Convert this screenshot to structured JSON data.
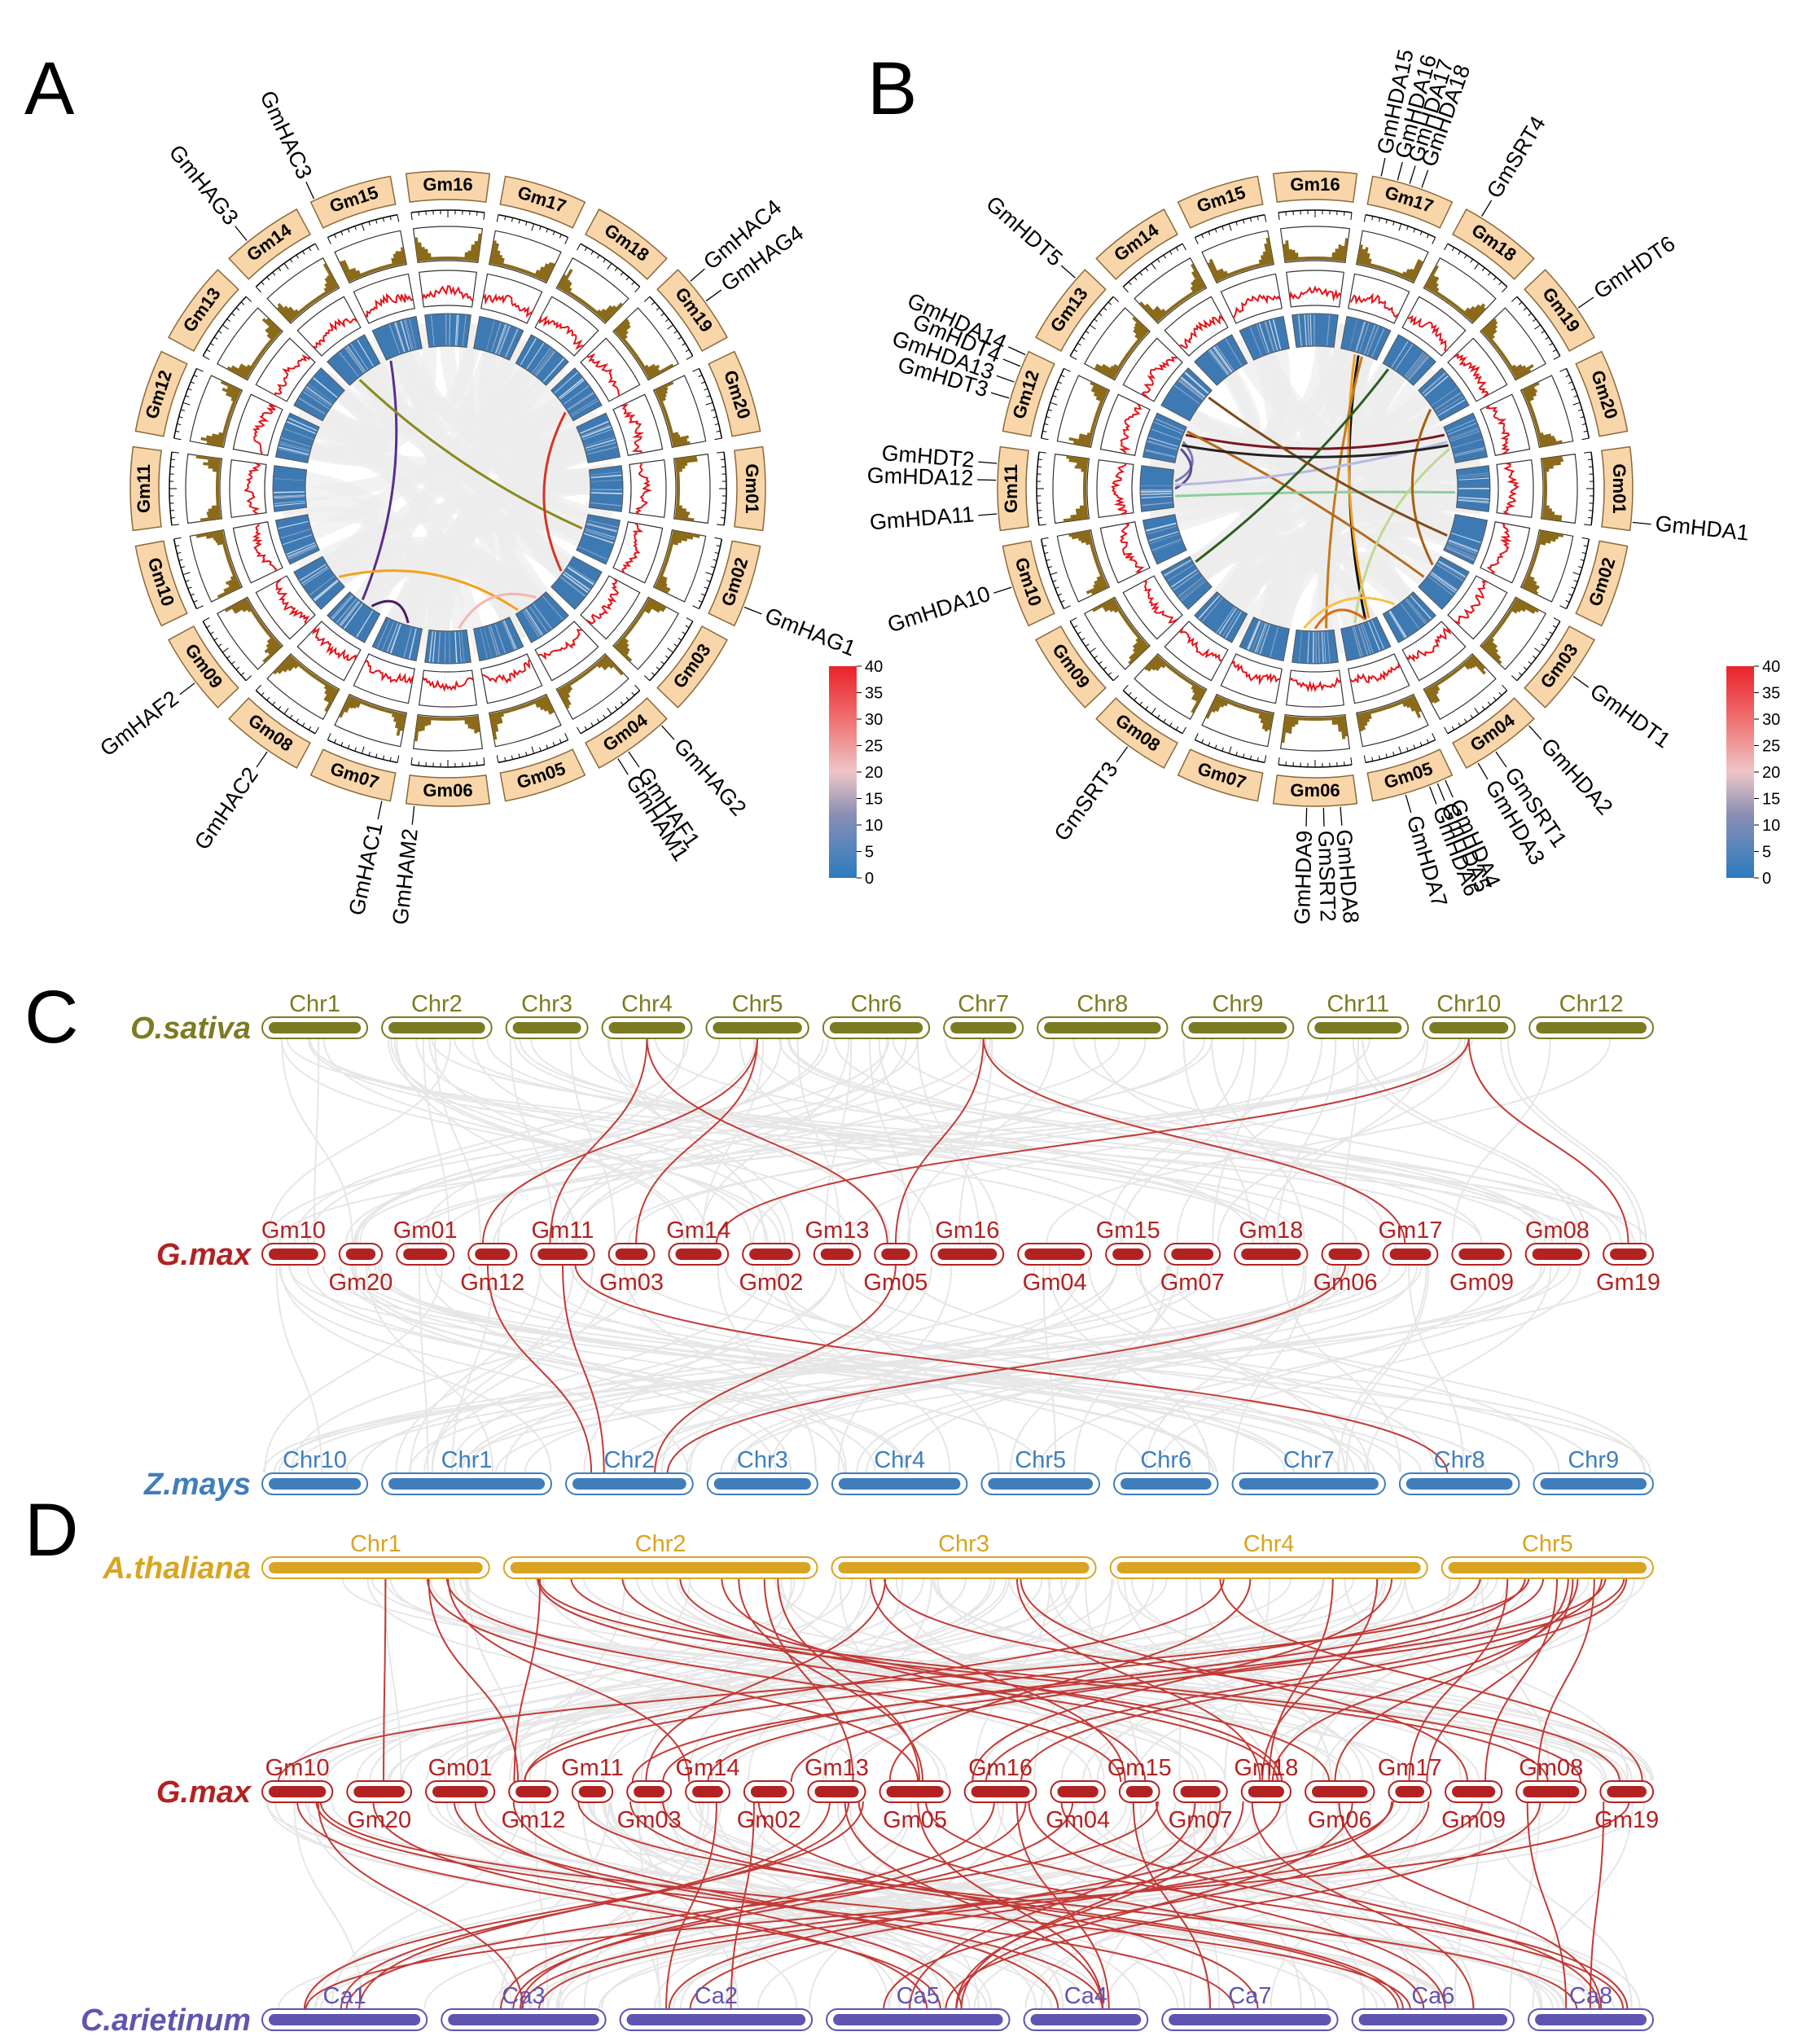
{
  "panels": {
    "A": {
      "letter": "A",
      "chromosomes": [
        "Gm01",
        "Gm02",
        "Gm03",
        "Gm04",
        "Gm05",
        "Gm06",
        "Gm07",
        "Gm08",
        "Gm09",
        "Gm10",
        "Gm11",
        "Gm12",
        "Gm13",
        "Gm14",
        "Gm15",
        "Gm16",
        "Gm17",
        "Gm18",
        "Gm19",
        "Gm20"
      ],
      "genes": [
        {
          "name": "GmHAC3",
          "chr": "Gm15",
          "frac": 0.05
        },
        {
          "name": "GmHAG3",
          "chr": "Gm14",
          "frac": 0.3
        },
        {
          "name": "GmHAC4",
          "chr": "Gm19",
          "frac": 0.2
        },
        {
          "name": "GmHAG4",
          "chr": "Gm19",
          "frac": 0.5
        },
        {
          "name": "GmHAG1",
          "chr": "Gm02",
          "frac": 0.75
        },
        {
          "name": "GmHAG2",
          "chr": "Gm04",
          "frac": 0.1
        },
        {
          "name": "GmHAF1",
          "chr": "Gm04",
          "frac": 0.6
        },
        {
          "name": "GmHAM1",
          "chr": "Gm04",
          "frac": 0.75
        },
        {
          "name": "GmHAM2",
          "chr": "Gm06",
          "frac": 0.9
        },
        {
          "name": "GmHAC1",
          "chr": "Gm07",
          "frac": 0.1
        },
        {
          "name": "GmHAC2",
          "chr": "Gm08",
          "frac": 0.4
        },
        {
          "name": "GmHAF2",
          "chr": "Gm09",
          "frac": 0.4
        }
      ],
      "links": [
        {
          "from": [
            "Gm15",
            0.1
          ],
          "to": [
            "Gm08",
            0.6
          ],
          "color": "#5b2d8e"
        },
        {
          "from": [
            "Gm14",
            0.3
          ],
          "to": [
            "Gm02",
            0.4
          ],
          "color": "#8a8a1f"
        },
        {
          "from": [
            "Gm19",
            0.7
          ],
          "to": [
            "Gm03",
            0.5
          ],
          "color": "#d63426"
        },
        {
          "from": [
            "Gm09",
            0.3
          ],
          "to": [
            "Gm04",
            0.9
          ],
          "color": "#f3a11b"
        },
        {
          "from": [
            "Gm07",
            0.4
          ],
          "to": [
            "Gm08",
            0.3
          ],
          "color": "#4a1c5e"
        },
        {
          "from": [
            "Gm06",
            0.2
          ],
          "to": [
            "Gm04",
            0.3
          ],
          "color": "#f4b5b0"
        }
      ]
    },
    "B": {
      "letter": "B",
      "chromosomes": [
        "Gm01",
        "Gm02",
        "Gm03",
        "Gm04",
        "Gm05",
        "Gm06",
        "Gm07",
        "Gm08",
        "Gm09",
        "Gm10",
        "Gm11",
        "Gm12",
        "Gm13",
        "Gm14",
        "Gm15",
        "Gm16",
        "Gm17",
        "Gm18",
        "Gm19",
        "Gm20"
      ],
      "genes": [
        {
          "name": "GmHDA15",
          "chr": "Gm17",
          "frac": 0.1
        },
        {
          "name": "GmHDA16",
          "chr": "Gm17",
          "frac": 0.3
        },
        {
          "name": "GmHDA17",
          "chr": "Gm17",
          "frac": 0.45
        },
        {
          "name": "GmHDA18",
          "chr": "Gm17",
          "frac": 0.6
        },
        {
          "name": "GmSRT4",
          "chr": "Gm18",
          "frac": 0.2
        },
        {
          "name": "GmHDT5",
          "chr": "Gm13",
          "frac": 0.85
        },
        {
          "name": "GmHDT6",
          "chr": "Gm19",
          "frac": 0.6
        },
        {
          "name": "GmHDA14",
          "chr": "Gm12",
          "frac": 0.95
        },
        {
          "name": "GmHDT4",
          "chr": "Gm12",
          "frac": 0.8
        },
        {
          "name": "GmHDA13",
          "chr": "Gm12",
          "frac": 0.6
        },
        {
          "name": "GmHDT3",
          "chr": "Gm12",
          "frac": 0.4
        },
        {
          "name": "GmHDT2",
          "chr": "Gm11",
          "frac": 0.8
        },
        {
          "name": "GmHDA12",
          "chr": "Gm11",
          "frac": 0.6
        },
        {
          "name": "GmHDA11",
          "chr": "Gm11",
          "frac": 0.2
        },
        {
          "name": "GmHDA10",
          "chr": "Gm10",
          "frac": 0.5
        },
        {
          "name": "GmHDA1",
          "chr": "Gm01",
          "frac": 0.9
        },
        {
          "name": "GmHDT1",
          "chr": "Gm03",
          "frac": 0.5
        },
        {
          "name": "GmHDA2",
          "chr": "Gm04",
          "frac": 0.1
        },
        {
          "name": "GmSRT1",
          "chr": "Gm04",
          "frac": 0.6
        },
        {
          "name": "GmHDA3",
          "chr": "Gm04",
          "frac": 0.85
        },
        {
          "name": "GmHDA4",
          "chr": "Gm05",
          "frac": 0.1
        },
        {
          "name": "GmHDA5",
          "chr": "Gm05",
          "frac": 0.2
        },
        {
          "name": "GmHDA6",
          "chr": "Gm05",
          "frac": 0.3
        },
        {
          "name": "GmHDA7",
          "chr": "Gm05",
          "frac": 0.6
        },
        {
          "name": "GmHDA8",
          "chr": "Gm06",
          "frac": 0.2
        },
        {
          "name": "GmSRT2",
          "chr": "Gm06",
          "frac": 0.4
        },
        {
          "name": "GmHDA9",
          "chr": "Gm06",
          "frac": 0.6
        },
        {
          "name": "GmSRT3",
          "chr": "Gm08",
          "frac": 0.5
        }
      ],
      "links": [
        {
          "from": [
            "Gm17",
            0.5
          ],
          "to": [
            "Gm05",
            0.3
          ],
          "color": "#111111"
        },
        {
          "from": [
            "Gm17",
            0.4
          ],
          "to": [
            "Gm05",
            0.2
          ],
          "color": "#f0a020"
        },
        {
          "from": [
            "Gm17",
            0.6
          ],
          "to": [
            "Gm06",
            0.2
          ],
          "color": "#c47a1b"
        },
        {
          "from": [
            "Gm12",
            0.6
          ],
          "to": [
            "Gm11",
            0.7
          ],
          "color": "#7a7ab8"
        },
        {
          "from": [
            "Gm12",
            0.4
          ],
          "to": [
            "Gm11",
            0.5
          ],
          "color": "#5a4c8c"
        },
        {
          "from": [
            "Gm12",
            0.8
          ],
          "to": [
            "Gm20",
            0.2
          ],
          "color": "#7a1620"
        },
        {
          "from": [
            "Gm12",
            0.9
          ],
          "to": [
            "Gm03",
            0.7
          ],
          "color": "#b46a1a"
        },
        {
          "from": [
            "Gm11",
            0.6
          ],
          "to": [
            "Gm20",
            0.4
          ],
          "color": "#b8b8e0"
        },
        {
          "from": [
            "Gm11",
            0.3
          ],
          "to": [
            "Gm01",
            0.6
          ],
          "color": "#8ccf9a"
        },
        {
          "from": [
            "Gm18",
            0.2
          ],
          "to": [
            "Gm09",
            0.8
          ],
          "color": "#2e5e1e"
        },
        {
          "from": [
            "Gm20",
            0.6
          ],
          "to": [
            "Gm05",
            0.6
          ],
          "color": "#c0d890"
        },
        {
          "from": [
            "Gm19",
            0.6
          ],
          "to": [
            "Gm03",
            0.3
          ],
          "color": "#a85f10"
        },
        {
          "from": [
            "Gm05",
            0.3
          ],
          "to": [
            "Gm06",
            0.5
          ],
          "color": "#e06a10"
        },
        {
          "from": [
            "Gm04",
            0.6
          ],
          "to": [
            "Gm06",
            0.8
          ],
          "color": "#f7c04a"
        },
        {
          "from": [
            "Gm13",
            0.8
          ],
          "to": [
            "Gm02",
            0.6
          ],
          "color": "#7c4a1a"
        },
        {
          "from": [
            "Gm12",
            0.5
          ],
          "to": [
            "Gm20",
            0.5
          ],
          "color": "#222222"
        }
      ]
    },
    "color_scale": {
      "ticks": [
        "40",
        "35",
        "30",
        "25",
        "20",
        "15",
        "10",
        "5",
        "0"
      ],
      "colors": [
        "#e8232a",
        "#ee4a4e",
        "#f07070",
        "#f4a3a3",
        "#eec6c6",
        "#b6a7bc",
        "#8a8fb5",
        "#4f86bd",
        "#2b7bc0"
      ]
    },
    "C": {
      "letter": "C",
      "tracks": [
        {
          "species": "O.sativa",
          "color": "#7b7b23",
          "chrs": [
            "Chr1",
            "Chr2",
            "Chr3",
            "Chr4",
            "Chr5",
            "Chr6",
            "Chr7",
            "Chr8",
            "Chr9",
            "Chr11",
            "Chr10",
            "Chr12"
          ]
        },
        {
          "species": "G.max",
          "color": "#b22222",
          "chrs": [
            "Gm10",
            "Gm20",
            "Gm01",
            "Gm12",
            "Gm11",
            "Gm03",
            "Gm14",
            "Gm02",
            "Gm13",
            "Gm05",
            "Gm16",
            "Gm04",
            "Gm15",
            "Gm07",
            "Gm18",
            "Gm06",
            "Gm17",
            "Gm09",
            "Gm08",
            "Gm19"
          ]
        },
        {
          "species": "Z.mays",
          "color": "#3f7ebb",
          "chrs": [
            "Chr10",
            "Chr1",
            "Chr2",
            "Chr3",
            "Chr4",
            "Chr5",
            "Chr6",
            "Chr7",
            "Chr8",
            "Chr9"
          ]
        }
      ]
    },
    "D": {
      "letter": "D",
      "tracks": [
        {
          "species": "A.thaliana",
          "color": "#d9a421",
          "chrs": [
            "Chr1",
            "Chr2",
            "Chr3",
            "Chr4",
            "Chr5"
          ]
        },
        {
          "species": "G.max",
          "color": "#b22222",
          "chrs": [
            "Gm10",
            "Gm20",
            "Gm01",
            "Gm12",
            "Gm11",
            "Gm03",
            "Gm14",
            "Gm02",
            "Gm13",
            "Gm05",
            "Gm16",
            "Gm04",
            "Gm15",
            "Gm07",
            "Gm18",
            "Gm06",
            "Gm17",
            "Gm09",
            "Gm08",
            "Gm19"
          ]
        },
        {
          "species": "C.arietinum",
          "color": "#5f55b0",
          "chrs": [
            "Ca1",
            "Ca3",
            "Ca2",
            "Ca5",
            "Ca4",
            "Ca7",
            "Ca6",
            "Ca8"
          ]
        }
      ]
    }
  }
}
